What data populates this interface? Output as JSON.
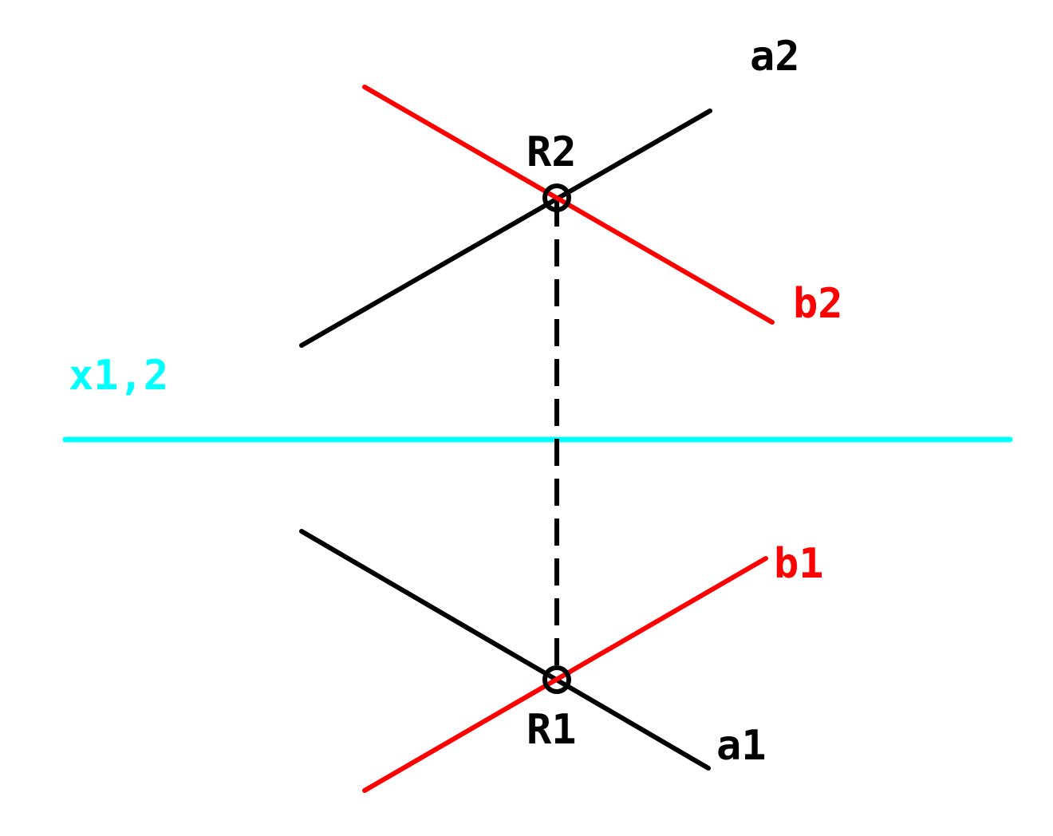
{
  "labels": {
    "a2": "a2",
    "b2": "b2",
    "r2": "R2",
    "x12": "x1,2",
    "b1": "b1",
    "r1": "R1",
    "a1": "a1"
  },
  "colors": {
    "line_a": "#000000",
    "line_b": "#ff0000",
    "axis_x": "#00ffff",
    "projection": "#000000",
    "point": "#000000"
  }
}
